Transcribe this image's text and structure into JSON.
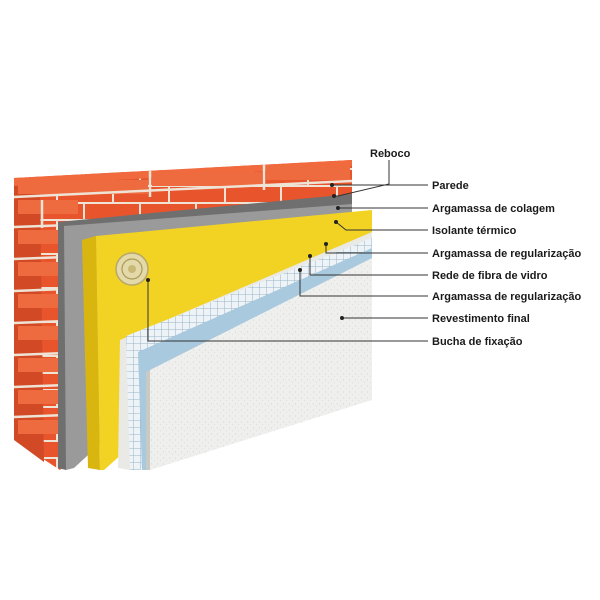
{
  "layers": [
    {
      "id": "reboco",
      "label": "Reboco"
    },
    {
      "id": "parede",
      "label": "Parede"
    },
    {
      "id": "argamassa1",
      "label": "Argamassa de colagem"
    },
    {
      "id": "isolante",
      "label": "Isolante térmico"
    },
    {
      "id": "argamassa2",
      "label": "Argamassa de regularização"
    },
    {
      "id": "rede",
      "label": "Rede de fibra de vidro"
    },
    {
      "id": "argamassa3",
      "label": "Argamassa de regularização"
    },
    {
      "id": "revestimento",
      "label": "Revestimento final"
    },
    {
      "id": "bucha",
      "label": "Bucha de fixação"
    }
  ],
  "colors": {
    "brick": "#e8542c",
    "brick_dark": "#c2401e",
    "mortar": "#e9ddd0",
    "adhesive": "#7d7d7d",
    "insulation": "#f2d324",
    "insulation_side": "#d9b60f",
    "regularization": "#e7e7e5",
    "mesh": "#a9c9de",
    "finish": "#efefed",
    "dowel": "#d9cc9a"
  }
}
